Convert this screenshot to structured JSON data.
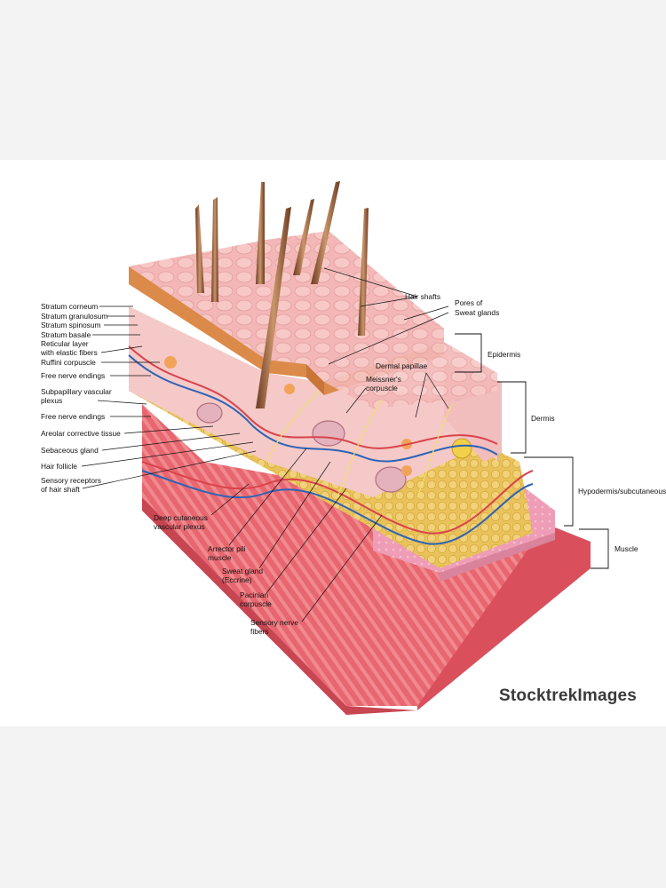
{
  "labels_left": [
    "Stratum corneum",
    "Stratum granulosum",
    "Stratum spinosum",
    "Stratum basale",
    "Reticular layer",
    "with elastic fibers",
    "Ruffini corpuscle",
    "Free nerve endings",
    "Subpapillary vascular",
    "plexus",
    "Free nerve endings",
    "Areolar corrective tissue",
    "Sebaceous gland",
    "Hair follicle",
    "Sensory receptors",
    "of hair shaft"
  ],
  "labels_top": {
    "hair_shafts": "Hair shafts",
    "pores_1": "Pores of",
    "pores_2": "Sweat glands",
    "dermal_papillae": "Dermal papillae",
    "meissner_1": "Meissner's",
    "meissner_2": "corpuscle"
  },
  "labels_bottom": {
    "deep_1": "Deep cutaneous",
    "deep_2": "vascular plexus",
    "arrector_1": "Arrector pili",
    "arrector_2": "muscle",
    "sweat_1": "Sweat gland",
    "sweat_2": "(Eccrine)",
    "pacinian_1": "Pacinian",
    "pacinian_2": "corpuscle",
    "sensory_1": "Sensory nerve",
    "sensory_2": "fibers"
  },
  "layers_right": {
    "epidermis": "Epidermis",
    "dermis": "Dermis",
    "hypodermis": "Hypodermis/subcutaneous",
    "muscle": "Muscle"
  },
  "watermark": "StocktrekImages"
}
